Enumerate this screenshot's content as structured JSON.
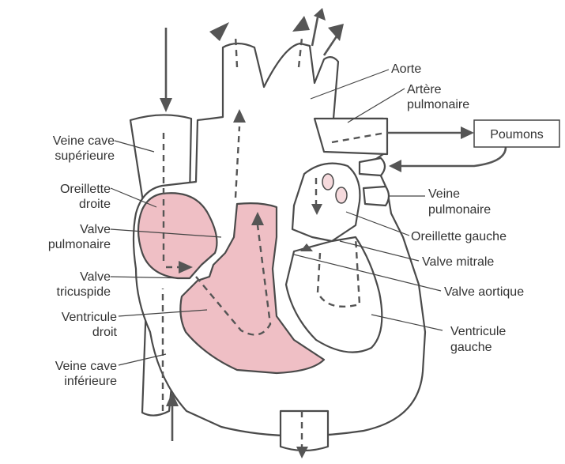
{
  "labels": {
    "aorte": "Aorte",
    "artere_pulmonaire": [
      "Artère",
      "pulmonaire"
    ],
    "poumons": "Poumons",
    "veine_cave_superieure": [
      "Veine cave",
      "supérieure"
    ],
    "oreillette_droite": [
      "Oreillette",
      "droite"
    ],
    "valve_pulmonaire": [
      "Valve",
      "pulmonaire"
    ],
    "valve_tricuspide": [
      "Valve",
      "tricuspide"
    ],
    "ventricule_droit": [
      "Ventricule",
      "droit"
    ],
    "veine_cave_inferieure": [
      "Veine cave",
      "inférieure"
    ],
    "veine_pulmonaire": [
      "Veine",
      "pulmonaire"
    ],
    "oreillette_gauche": "Oreillette gauche",
    "valve_mitrale": "Valve mitrale",
    "valve_aortique": "Valve aortique",
    "ventricule_gauche": [
      "Ventricule",
      "gauche"
    ]
  },
  "colors": {
    "right_heart_fill": "#efbfc5",
    "outline": "#4a4a4a",
    "text": "#333333"
  }
}
